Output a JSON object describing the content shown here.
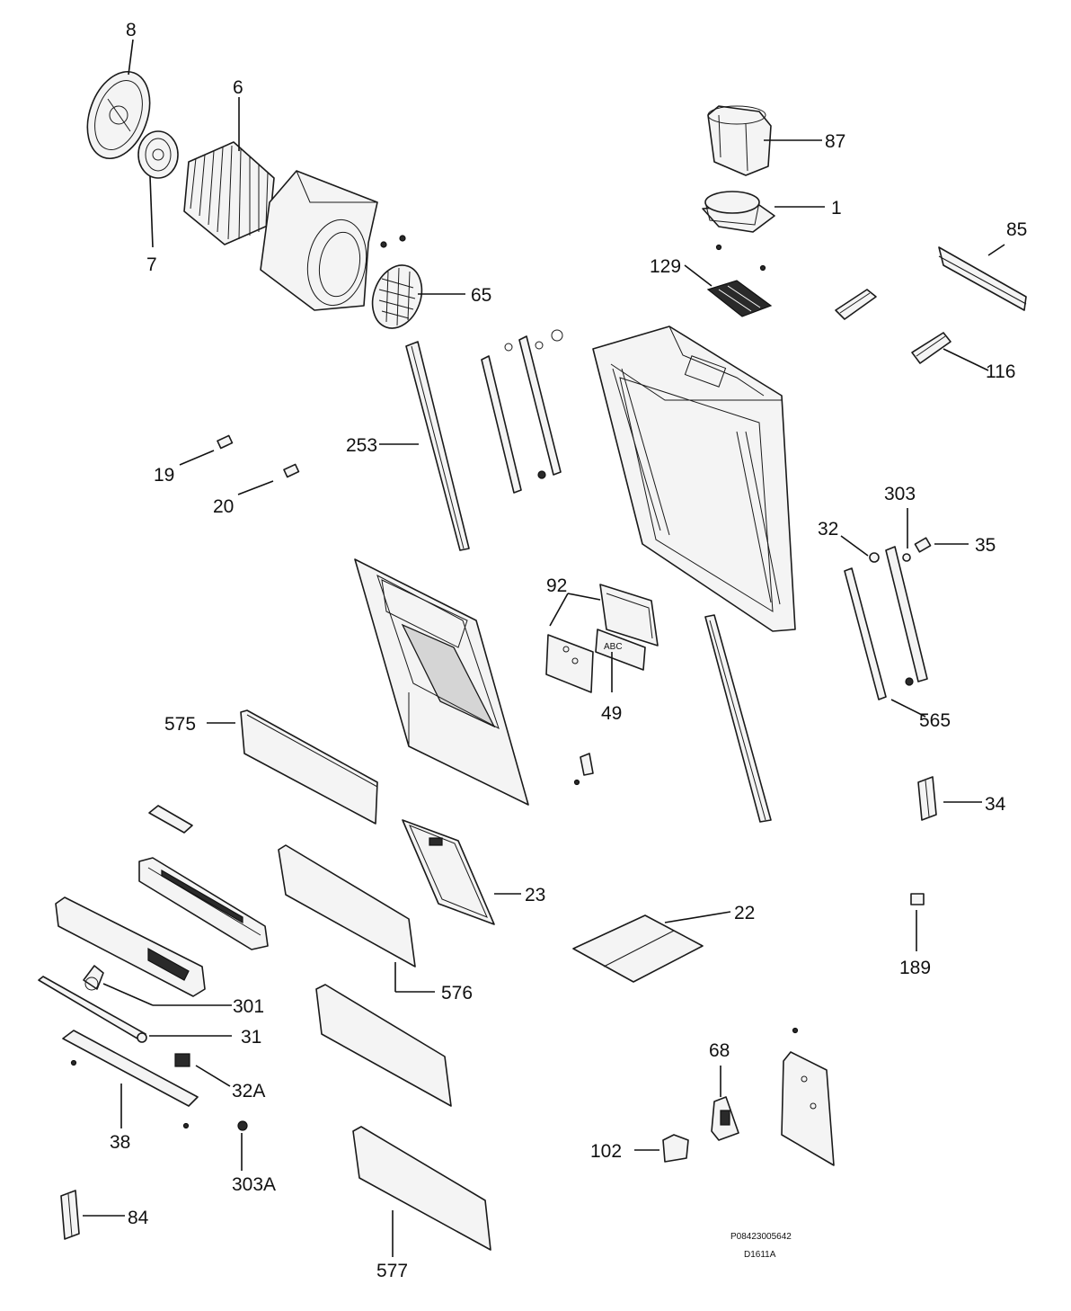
{
  "labels": {
    "l8": "8",
    "l6": "6",
    "l7": "7",
    "l65": "65",
    "l87": "87",
    "l1": "1",
    "l85": "85",
    "l129": "129",
    "l116": "116",
    "l253": "253",
    "l19": "19",
    "l20": "20",
    "l303": "303",
    "l32": "32",
    "l35": "35",
    "l92": "92",
    "l49": "49",
    "l565": "565",
    "l575": "575",
    "l34": "34",
    "l23": "23",
    "l22": "22",
    "l189": "189",
    "l576": "576",
    "l301": "301",
    "l31": "31",
    "l32a": "32A",
    "l38": "38",
    "l303a": "303A",
    "l68": "68",
    "l102": "102",
    "l84": "84",
    "l577": "577"
  },
  "footer": {
    "code": "P08423005642",
    "drawing_id": "D1611A"
  }
}
